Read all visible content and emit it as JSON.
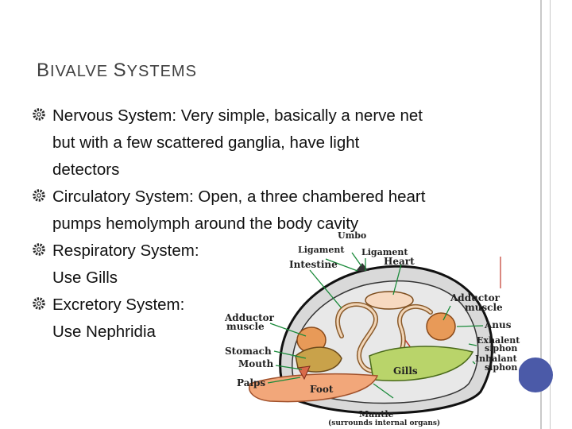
{
  "slide": {
    "title_first": "B",
    "title_mid": "IVALVE ",
    "title_second": "S",
    "title_rest": "YSTEMS"
  },
  "bullets": [
    {
      "line1": "Nervous System: Very simple, basically a nerve net",
      "line2": "but with a few scattered ganglia, have light",
      "line3": "detectors"
    },
    {
      "line1": "Circulatory System: Open, a three chambered heart",
      "line2": "pumps hemolymph around the body cavity"
    },
    {
      "line1": "Respiratory System:",
      "line2": "Use Gills"
    },
    {
      "line1": "Excretory System:",
      "line2": "Use Nephridia"
    }
  ],
  "diagram": {
    "labels": {
      "umbo": "Umbo",
      "ligament_left": "Ligament",
      "ligament_right": "Ligament",
      "intestine": "Intestine",
      "heart": "Heart",
      "adductor_right_1": "Adductor",
      "adductor_right_2": "muscle",
      "adductor_left_1": "Adductor",
      "adductor_left_2": "muscle",
      "anus": "Anus",
      "exhalent_1": "Exhalent",
      "exhalent_2": "siphon",
      "inhalant_1": "Inhalant",
      "inhalant_2": "siphon",
      "stomach": "Stomach",
      "mouth": "Mouth",
      "gills": "Gills",
      "palps": "Palps",
      "foot": "Foot",
      "mantle": "Mantle",
      "mantle_note": "(surrounds internal organs)"
    }
  },
  "colors": {
    "accent": "#4b5aa8",
    "title": "#404040",
    "bullet_icon": "#2a2a2a"
  },
  "icons": {
    "bullet": "gear-bullet-icon"
  }
}
